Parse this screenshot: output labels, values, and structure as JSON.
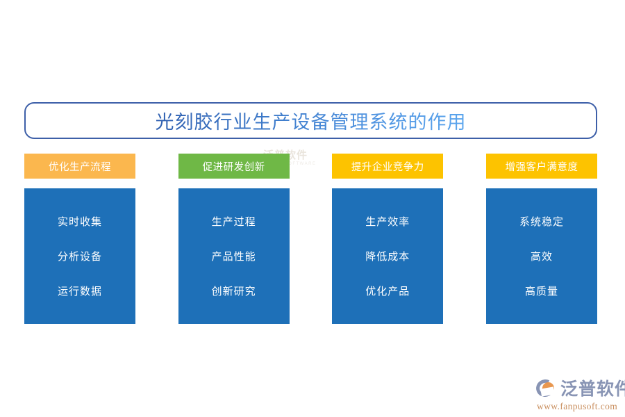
{
  "title": {
    "text": "光刻胶行业生产设备管理系统的作用",
    "border_color": "#3d5fa8",
    "text_color_start": "#2f5fb0",
    "text_color_end": "#5aa5ee"
  },
  "columns": [
    {
      "header": "优化生产流程",
      "header_color": "#fbb74e",
      "body_color": "#1e70b8",
      "items": [
        "实时收集",
        "分析设备",
        "运行数据"
      ]
    },
    {
      "header": "促进研发创新",
      "header_color": "#6fb846",
      "body_color": "#1e70b8",
      "items": [
        "生产过程",
        "产品性能",
        "创新研究"
      ]
    },
    {
      "header": "提升企业竞争力",
      "header_color": "#fdc300",
      "body_color": "#1e70b8",
      "items": [
        "生产效率",
        "降低成本",
        "优化产品"
      ]
    },
    {
      "header": "增强客户满意度",
      "header_color": "#fdc300",
      "body_color": "#1e70b8",
      "items": [
        "系统稳定",
        "高效",
        "高质量"
      ]
    }
  ],
  "watermark": {
    "name": "泛普软件",
    "subtitle": "FANPU SOFTWARE"
  },
  "brand": {
    "name": "泛普软件",
    "url": "www.fanpusoft.com",
    "name_color": "#8894b4",
    "url_color": "#c98f5f",
    "icon_accent": "#e8974f"
  }
}
